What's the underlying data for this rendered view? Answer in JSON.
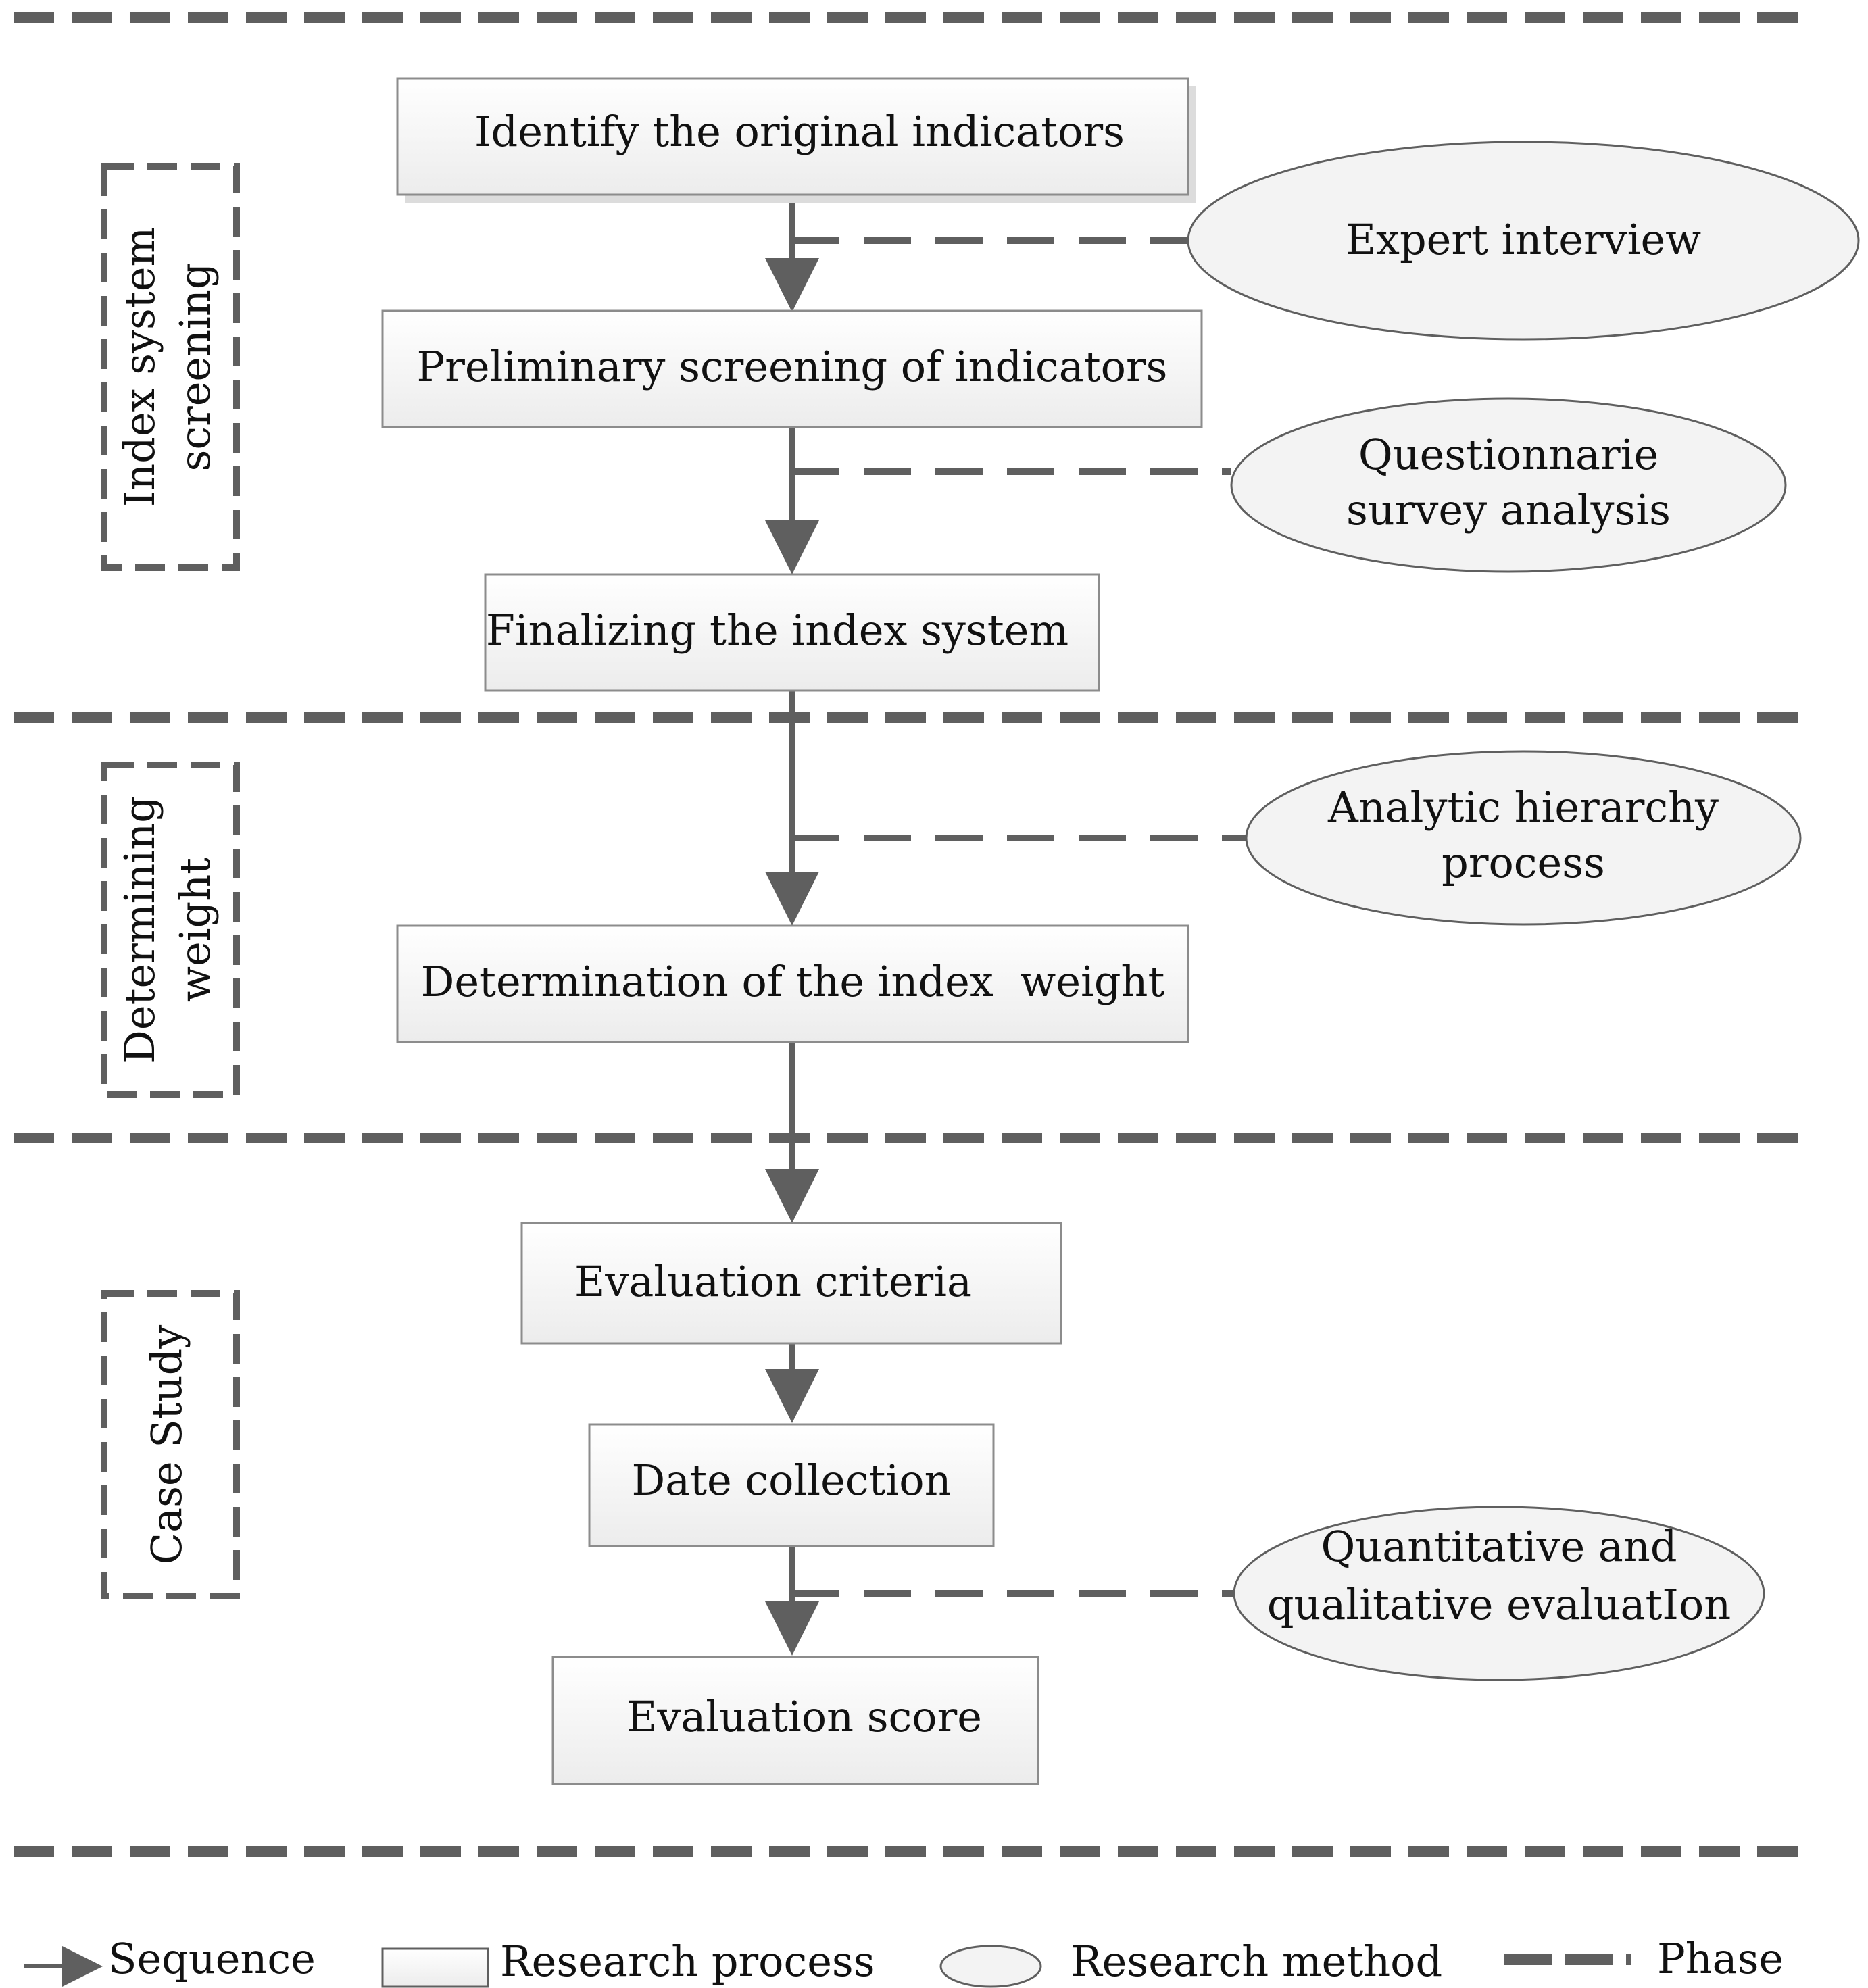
{
  "diagram": {
    "phases": [
      {
        "id": "phase-index",
        "label_lines": [
          "Index system",
          "screening"
        ]
      },
      {
        "id": "phase-weight",
        "label_lines": [
          "Determining",
          "weight"
        ]
      },
      {
        "id": "phase-case",
        "label_lines": [
          "Case Study"
        ]
      }
    ],
    "process_steps": [
      {
        "id": "step-identify",
        "text": "Identify the original indicators"
      },
      {
        "id": "step-preliminary",
        "text": "Preliminary screening of indicators"
      },
      {
        "id": "step-finalizing",
        "text": "Finalizing the index system"
      },
      {
        "id": "step-weight",
        "text": "Determination of the index  weight"
      },
      {
        "id": "step-criteria",
        "text": "Evaluation criteria"
      },
      {
        "id": "step-collection",
        "text": "Date collection"
      },
      {
        "id": "step-score",
        "text": "Evaluation score"
      }
    ],
    "methods": [
      {
        "id": "method-expert",
        "lines": [
          "Expert interview"
        ]
      },
      {
        "id": "method-questionnaire",
        "lines": [
          "Questionnarie",
          "survey analysis"
        ]
      },
      {
        "id": "method-ahp",
        "lines": [
          "Analytic hierarchy",
          "process"
        ]
      },
      {
        "id": "method-evaluation",
        "lines": [
          "Quantitative and",
          "qualitative evaluatIon"
        ]
      }
    ],
    "legend": {
      "sequence": "Sequence",
      "research_process": "Research process",
      "research_method": "Research method",
      "phase": "Phase"
    }
  },
  "colors": {
    "line": "#5f5f5f",
    "box_fill": "#f5f5f5",
    "box_stroke": "#8c8c8c",
    "ellipse_fill": "#f3f3f3",
    "text": "#111111"
  }
}
